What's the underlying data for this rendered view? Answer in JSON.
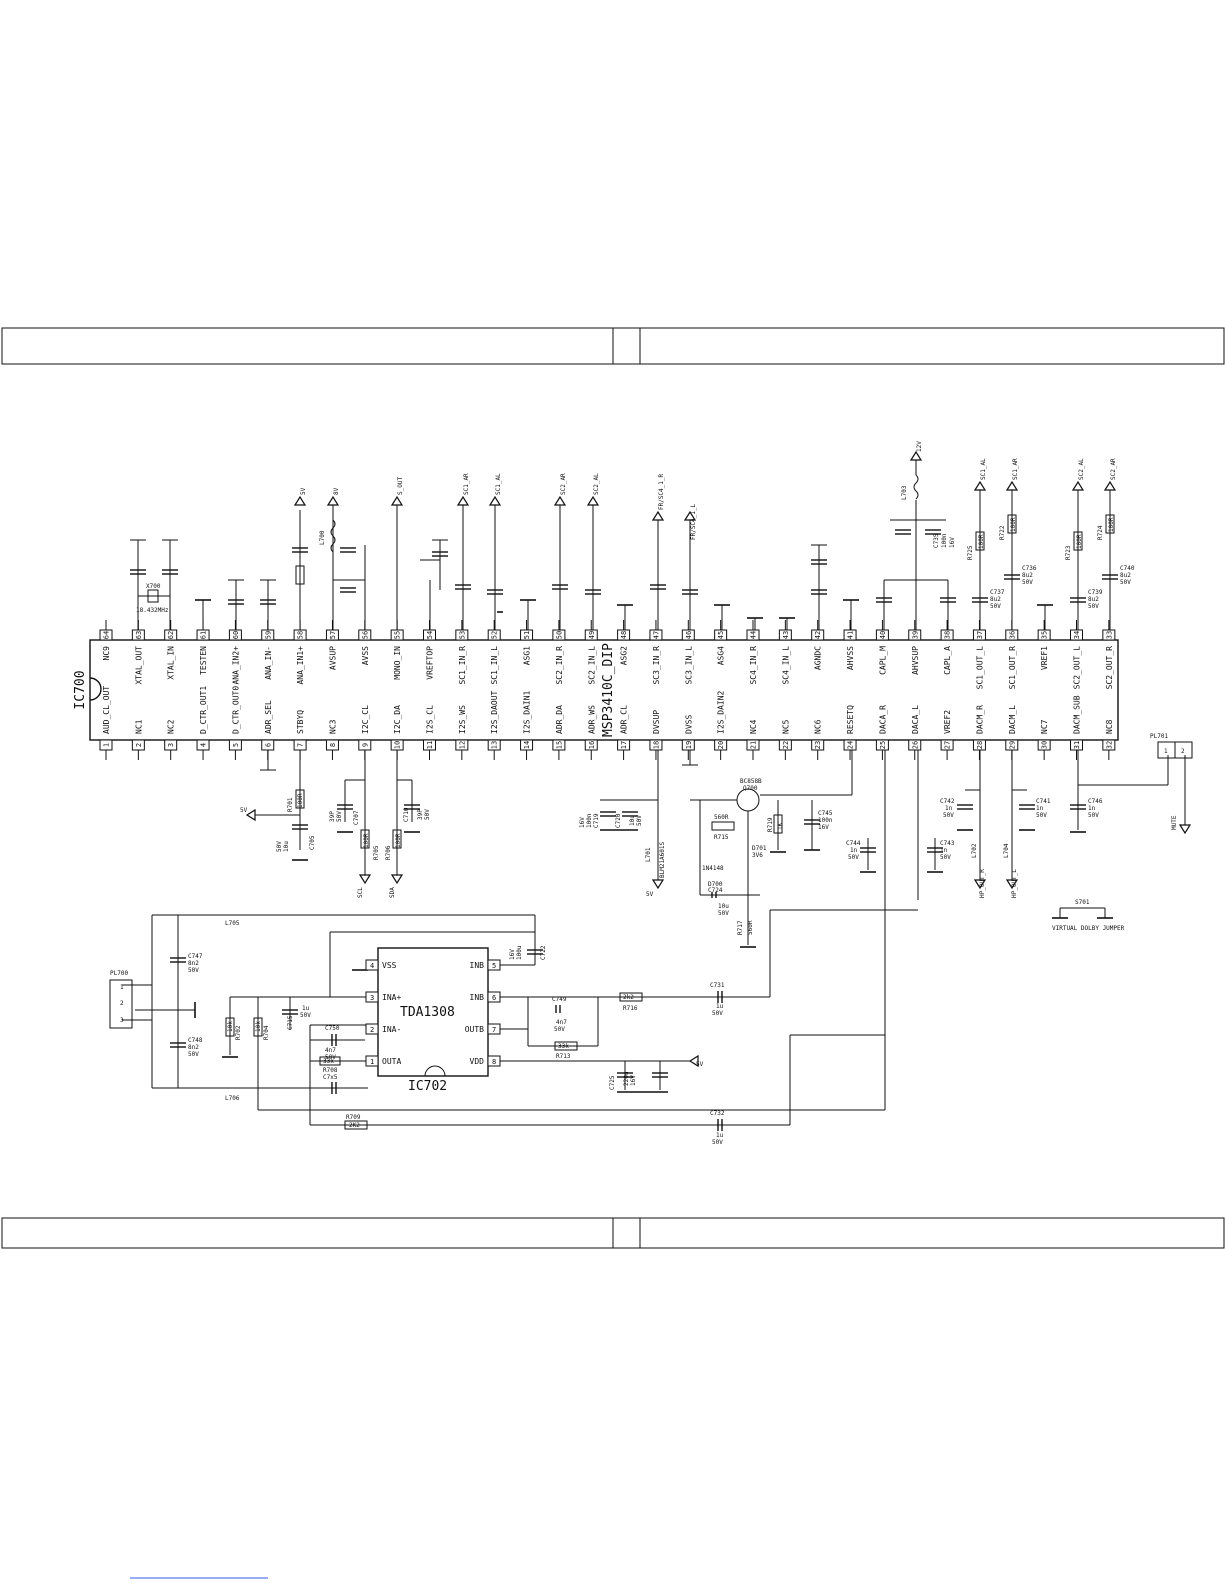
{
  "chip": {
    "designator": "IC700",
    "part": "MSP3410C_DIP",
    "top_pins": [
      {
        "n": "64",
        "name": "NC9"
      },
      {
        "n": "63",
        "name": "XTAL_OUT"
      },
      {
        "n": "62",
        "name": "XTAL_IN"
      },
      {
        "n": "61",
        "name": "TESTEN"
      },
      {
        "n": "60",
        "name": "ANA_IN2+"
      },
      {
        "n": "59",
        "name": "ANA_IN-"
      },
      {
        "n": "58",
        "name": "ANA_IN1+"
      },
      {
        "n": "57",
        "name": "AVSUP"
      },
      {
        "n": "56",
        "name": "AVSS"
      },
      {
        "n": "55",
        "name": "MONO_IN"
      },
      {
        "n": "54",
        "name": "VREFTOP"
      },
      {
        "n": "53",
        "name": "SC1_IN_R"
      },
      {
        "n": "52",
        "name": "SC1_IN_L"
      },
      {
        "n": "51",
        "name": "ASG1"
      },
      {
        "n": "50",
        "name": "SC2_IN_R"
      },
      {
        "n": "49",
        "name": "SC2_IN_L"
      },
      {
        "n": "48",
        "name": "ASG2"
      },
      {
        "n": "47",
        "name": "SC3_IN_R"
      },
      {
        "n": "46",
        "name": "SC3_IN_L"
      },
      {
        "n": "45",
        "name": "ASG4"
      },
      {
        "n": "44",
        "name": "SC4_IN_R"
      },
      {
        "n": "43",
        "name": "SC4_IN_L"
      },
      {
        "n": "42",
        "name": "AGNDC"
      },
      {
        "n": "41",
        "name": "AHVSS"
      },
      {
        "n": "40",
        "name": "CAPL_M"
      },
      {
        "n": "39",
        "name": "AHVSUP"
      },
      {
        "n": "38",
        "name": "CAPL_A"
      },
      {
        "n": "37",
        "name": "SC1_OUT_L"
      },
      {
        "n": "36",
        "name": "SC1_OUT_R"
      },
      {
        "n": "35",
        "name": "VREF1"
      },
      {
        "n": "34",
        "name": "SC2_OUT_L"
      },
      {
        "n": "33",
        "name": "SC2_OUT_R"
      }
    ],
    "bottom_pins": [
      {
        "n": "1",
        "name": "AUD_CL_OUT"
      },
      {
        "n": "2",
        "name": "NC1"
      },
      {
        "n": "3",
        "name": "NC2"
      },
      {
        "n": "4",
        "name": "D_CTR_OUT1"
      },
      {
        "n": "5",
        "name": "D_CTR_OUT0"
      },
      {
        "n": "6",
        "name": "ADR_SEL"
      },
      {
        "n": "7",
        "name": "STBYQ"
      },
      {
        "n": "8",
        "name": "NC3"
      },
      {
        "n": "9",
        "name": "I2C_CL"
      },
      {
        "n": "10",
        "name": "I2C_DA"
      },
      {
        "n": "11",
        "name": "I2S_CL"
      },
      {
        "n": "12",
        "name": "I2S_WS"
      },
      {
        "n": "13",
        "name": "I2S_DAOUT"
      },
      {
        "n": "14",
        "name": "I2S_DAIN1"
      },
      {
        "n": "15",
        "name": "ADR_DA"
      },
      {
        "n": "16",
        "name": "ADR_WS"
      },
      {
        "n": "17",
        "name": "ADR_CL"
      },
      {
        "n": "18",
        "name": "DVSUP"
      },
      {
        "n": "19",
        "name": "DVSS"
      },
      {
        "n": "20",
        "name": "I2S_DAIN2"
      },
      {
        "n": "21",
        "name": "NC4"
      },
      {
        "n": "22",
        "name": "NC5"
      },
      {
        "n": "23",
        "name": "NC6"
      },
      {
        "n": "24",
        "name": "RESETQ"
      },
      {
        "n": "25",
        "name": "DACA_R"
      },
      {
        "n": "26",
        "name": "DACA_L"
      },
      {
        "n": "27",
        "name": "VREF2"
      },
      {
        "n": "28",
        "name": "DACM_R"
      },
      {
        "n": "29",
        "name": "DACM_L"
      },
      {
        "n": "30",
        "name": "NC7"
      },
      {
        "n": "31",
        "name": "DACM_SUB"
      },
      {
        "n": "32",
        "name": "NC8"
      }
    ]
  },
  "amp": {
    "designator": "IC702",
    "part": "TDA1308",
    "left_pins": [
      {
        "n": "4",
        "name": "VSS"
      },
      {
        "n": "3",
        "name": "INA+"
      },
      {
        "n": "2",
        "name": "INA-"
      },
      {
        "n": "1",
        "name": "OUTA"
      }
    ],
    "right_pins": [
      {
        "n": "5",
        "name": "INB"
      },
      {
        "n": "6",
        "name": "INB"
      },
      {
        "n": "7",
        "name": "OUTB"
      },
      {
        "n": "8",
        "name": "VDD"
      }
    ]
  },
  "labels": {
    "xtal": "X700",
    "xtal_freq": "18.432MHz",
    "pl700": "PL700",
    "pl701": "PL701",
    "pl701_pins": [
      "1",
      "2"
    ],
    "pl700_pins": [
      "1",
      "2",
      "3"
    ],
    "s701": "S701",
    "s701_desc": "VIRTUAL DOLBY JUMPER",
    "mute": "MUTE",
    "l700": "L700",
    "l701": "L701",
    "l701_val": "BLM21A601S",
    "l702": "L702",
    "l703": "L703",
    "l704": "L704",
    "l705": "L705",
    "l706": "L706",
    "q700": "BC858B",
    "q700_ref": "Q700",
    "d700": "1N4148",
    "d700_ref": "D700",
    "d701_ref": "D701",
    "d701_val": "3V6",
    "r715": "R715",
    "r715_val": "560R",
    "r716": "R716",
    "r716_val": "2k2",
    "r709": "R709",
    "r709_val": "2K2",
    "r713": "R713",
    "r713_val": "33k",
    "r708": "R708",
    "r708_val": "33k",
    "c749": "C749",
    "c749_val": "4n7",
    "c749_v": "50V",
    "c750": "C750",
    "c750_val": "4n7",
    "c750_v": "50V",
    "c731": "C731",
    "c731_val": "1u",
    "c731_v": "50V",
    "c732": "C732",
    "c732_val": "1u",
    "c732_v": "50V",
    "c715": "C715",
    "c715_val": "1u",
    "c715_v": "50V",
    "c747": "C747",
    "c747_val": "8n2",
    "c747_v": "50V",
    "c748": "C748",
    "c748_val": "8n2",
    "c748_v": "50V",
    "c745": "C745",
    "c745_val": "100n",
    "c745_v": "16V",
    "c744": "C744",
    "c744_val": "1n",
    "c744_v": "50V",
    "c743": "C743",
    "c743_val": "1n",
    "c743_v": "50V",
    "c742": "C742",
    "c742_val": "1n",
    "c742_v": "50V",
    "c741": "C741",
    "c741_val": "1n",
    "c741_v": "50V",
    "c746": "C746",
    "c746_val": "1n",
    "c746_v": "50V",
    "c724": "C724",
    "c724_val": "10u",
    "c724_v": "50V",
    "c725": "C725",
    "c725_val": "220u",
    "c725_v": "16V",
    "c719": "C719",
    "c719_val": "100n",
    "c719_v": "16V",
    "c720": "C720",
    "c720_val": "10u",
    "c720_v": "50V",
    "c722": "C722",
    "c722_val": "100u",
    "c722_v": "16V",
    "c735": "C735",
    "c735_val": "100n",
    "c735_v": "16V",
    "c736": "C736",
    "c736_val": "8u2",
    "c736_v": "50V",
    "c737": "C737",
    "c737_val": "8u2",
    "c737_v": "50V",
    "c739": "C739",
    "c739_val": "8u2",
    "c739_v": "50V",
    "c740": "C740",
    "c740_val": "8u2",
    "c740_v": "50V",
    "r725": "R725",
    "r725_val": "100R",
    "r722": "R722",
    "r722_val": "100R",
    "r723": "R723",
    "r723_val": "100R",
    "r724": "R724",
    "r724_val": "100R",
    "r717": "R717",
    "r717_val": "560R",
    "r719": "R719",
    "r719_val": "1K",
    "r705": "R705",
    "r705_val": "100R",
    "r706": "R706",
    "r706_val": "100R",
    "r701": "R701",
    "r701_val": "100R",
    "r702": "R702",
    "r702_val": "10k",
    "r704": "R704",
    "r704_val": "10k",
    "c707": "C707",
    "c707_val": "39P",
    "c707_v": "50V",
    "c710": "C710",
    "c710_val": "39P",
    "c710_v": "50V",
    "c705": "C705",
    "c705_val": "10u",
    "c705_v": "50V",
    "net_sc1ar": "SC1_AR",
    "net_sc1al": "SC1_AL",
    "net_sc2ar": "SC2_AR",
    "net_sc2al": "SC2_AL",
    "net_fr_r": "FR/SC4_1_R",
    "net_fr_l": "FR/SC4_1_L",
    "net_sif": "S_OUT",
    "net_5v": "5V",
    "net_8v": "8V",
    "net_12v": "12V",
    "net_sda": "SDA",
    "net_scl": "SCL",
    "net_hp_r": "HP_OUT_R",
    "net_hp_l": "HP_OUT_L",
    "net_sc1al_out": "SC1_AL",
    "net_sc1ar_out": "SC1_AR",
    "net_sc2al_out": "SC2_AL",
    "net_sc2ar_out": "SC2_AR"
  }
}
